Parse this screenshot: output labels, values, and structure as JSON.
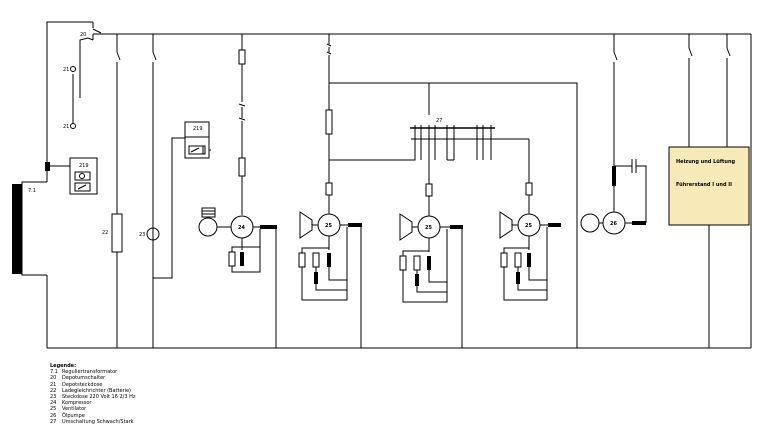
{
  "components": {
    "c20": "20",
    "c21a": "21",
    "c21b": "21",
    "c219a": "219",
    "c219b": "219",
    "c71": "7.1",
    "c22": "22",
    "c23": "23",
    "c24": "24",
    "c25a": "25",
    "c25b": "25",
    "c25c": "25",
    "c26": "26",
    "c27": "27"
  },
  "box": {
    "line1": "Heizung und Lüftung",
    "line2": "Führerstand I und II"
  },
  "legend": {
    "title": "Legende:",
    "items": [
      {
        "code": "7.1",
        "text": "Reguliertransformator"
      },
      {
        "code": "20",
        "text": "Depotumschalter"
      },
      {
        "code": "21",
        "text": "Depotsteckdose"
      },
      {
        "code": "22",
        "text": "Ladegleichrichter (Batterie)"
      },
      {
        "code": "23",
        "text": "Steckdose 220 Volt 16 2/3 Hz"
      },
      {
        "code": "24",
        "text": "Kompressor"
      },
      {
        "code": "25",
        "text": "Ventilator"
      },
      {
        "code": "26",
        "text": "Ölpumpe"
      },
      {
        "code": "27",
        "text": "Umschaltung Schwach/Stark"
      }
    ]
  },
  "colors": {
    "box_fill": "#f7e9b8",
    "line": "#000000"
  }
}
